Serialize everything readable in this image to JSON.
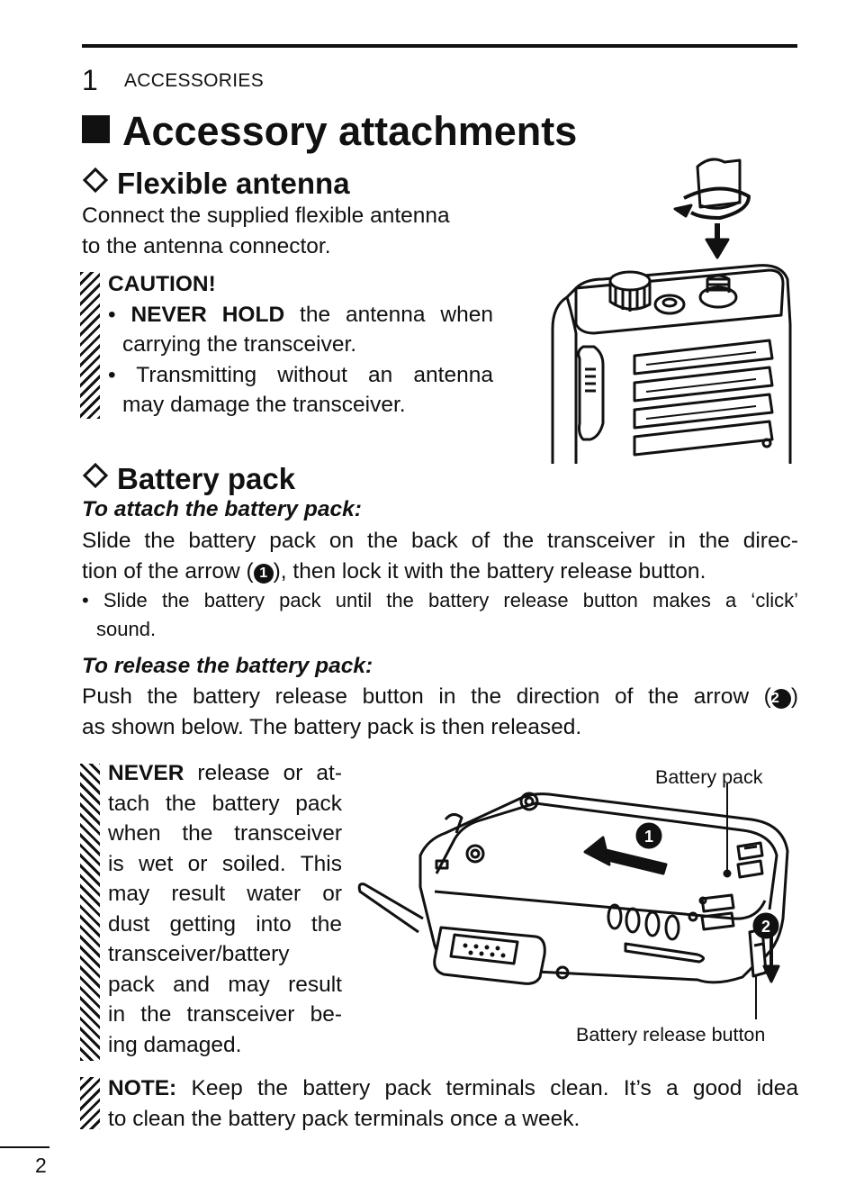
{
  "header": {
    "chapter_number": "1",
    "chapter_title": "ACCESSORIES"
  },
  "title": "Accessory attachments",
  "antenna": {
    "heading": "Flexible antenna",
    "text_lines": [
      "Connect the supplied flexible antenna",
      "to the antenna connector."
    ],
    "caution_title": "CAUTION!",
    "bullet1_bold": "NEVER HOLD",
    "bullet1_line1_rest": " the antenna when",
    "bullet1_line2": "carrying the transceiver.",
    "bullet2_line1": "Transmitting without an antenna",
    "bullet2_line2": "may damage the transceiver."
  },
  "battery": {
    "heading": "Battery pack",
    "attach_heading": "To attach the battery pack:",
    "attach_line1": "Slide the battery pack on the back of the transceiver in the direc-",
    "attach_line2_a": "tion of the arrow (",
    "attach_line2_b": "), then lock it with the battery release button.",
    "arrow1": "1",
    "note_line1": "Slide the battery pack until the battery release button makes a ‘click’",
    "note_line2": "sound.",
    "release_heading": "To release the battery pack:",
    "release_line1_a": "Push the battery release button in the direction of the arrow (",
    "release_line1_b": ")",
    "arrow2": "2",
    "release_line2": "as shown below. The battery pack is then released.",
    "warning_bold": "NEVER",
    "warning_lines": [
      " release or at-",
      "tach the battery pack",
      "when the transceiver",
      "is wet or soiled. This",
      "may result water or",
      "dust getting into the",
      "transceiver/battery",
      "pack and may result",
      "in the transceiver be-",
      "ing damaged."
    ],
    "label_pack": "Battery pack",
    "label_release": "Battery release button"
  },
  "note": {
    "label": "NOTE:",
    "line1": " Keep the battery pack terminals clean. It’s a good idea",
    "line2": "to clean the battery pack terminals once a week."
  },
  "page_number": "2"
}
